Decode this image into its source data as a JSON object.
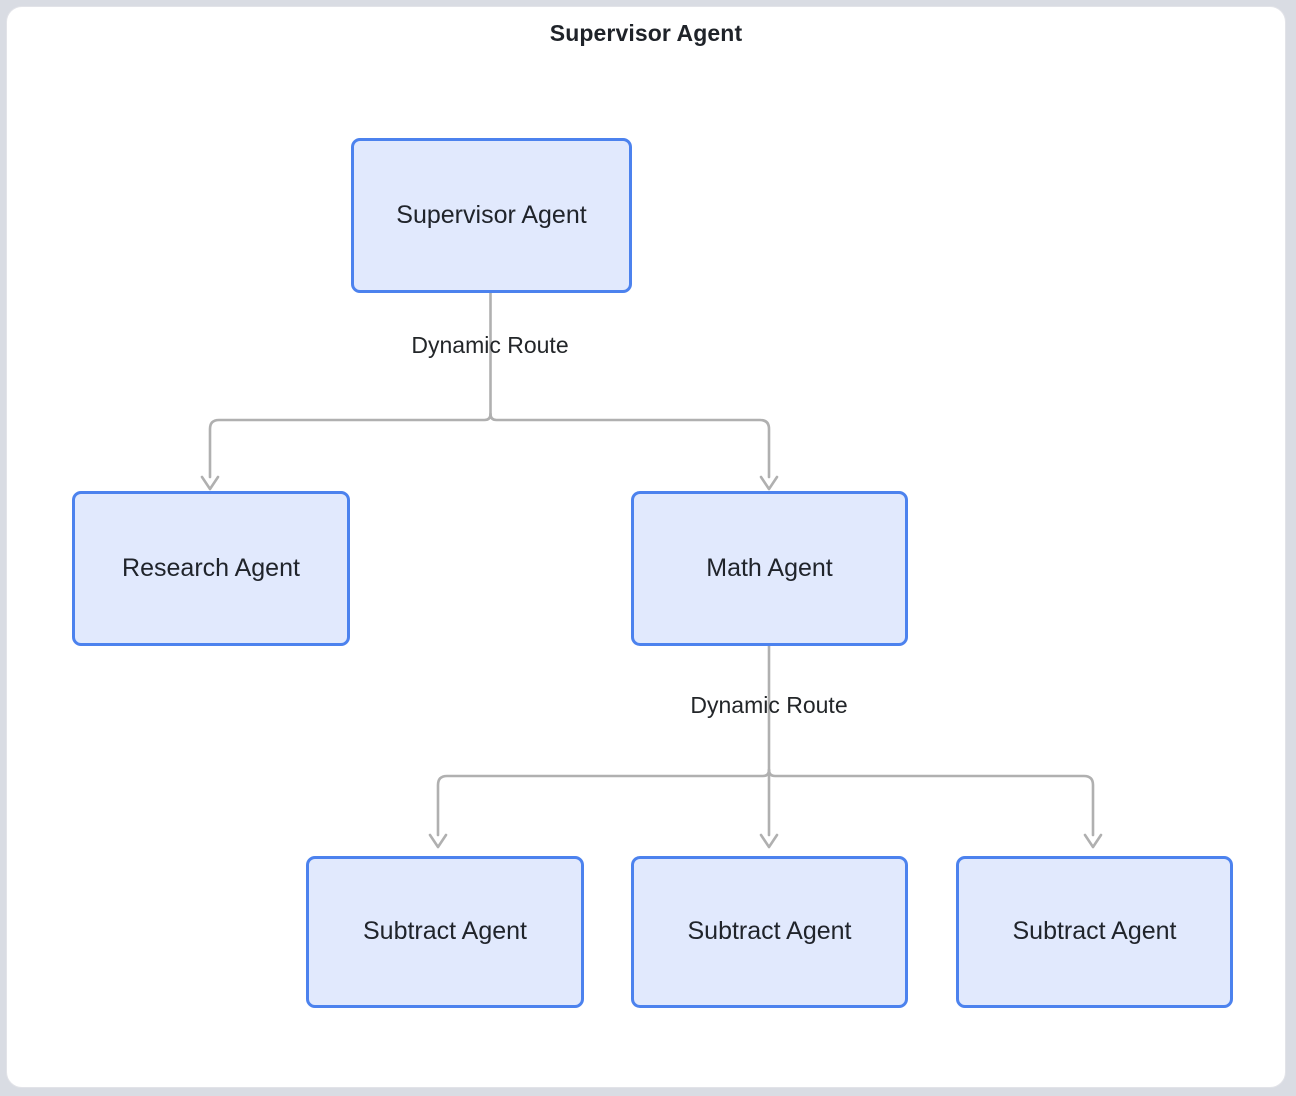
{
  "diagram": {
    "title": "Supervisor Agent",
    "type": "flowchart",
    "orientation": "top-down",
    "colors": {
      "node_fill": "#e1e9fd",
      "node_border": "#4c82ee",
      "node_text": "#20242b",
      "edge_stroke": "#b0b0b0",
      "frame_border": "#e2e3e8",
      "frame_background": "#ffffff",
      "page_background": "#d9dce3",
      "title_text": "#1f2329"
    },
    "nodes": [
      {
        "id": "supervisor",
        "label": "Supervisor Agent",
        "level": 0
      },
      {
        "id": "research",
        "label": "Research Agent",
        "level": 1
      },
      {
        "id": "math",
        "label": "Math Agent",
        "level": 1
      },
      {
        "id": "subtract-1",
        "label": "Subtract Agent",
        "level": 2
      },
      {
        "id": "subtract-2",
        "label": "Subtract Agent",
        "level": 2
      },
      {
        "id": "subtract-3",
        "label": "Subtract Agent",
        "level": 2
      }
    ],
    "edges": [
      {
        "from": "supervisor",
        "to": "research",
        "label": "Dynamic Route",
        "arrow": "open-v"
      },
      {
        "from": "supervisor",
        "to": "math",
        "label": "Dynamic Route",
        "arrow": "open-v"
      },
      {
        "from": "math",
        "to": "subtract-1",
        "label": "Dynamic Route",
        "arrow": "open-v"
      },
      {
        "from": "math",
        "to": "subtract-2",
        "label": "Dynamic Route",
        "arrow": "open-v"
      },
      {
        "from": "math",
        "to": "subtract-3",
        "label": "Dynamic Route",
        "arrow": "open-v"
      }
    ],
    "edge_labels": [
      {
        "id": "edge-label-1",
        "text": "Dynamic Route"
      },
      {
        "id": "edge-label-2",
        "text": "Dynamic Route"
      }
    ]
  }
}
